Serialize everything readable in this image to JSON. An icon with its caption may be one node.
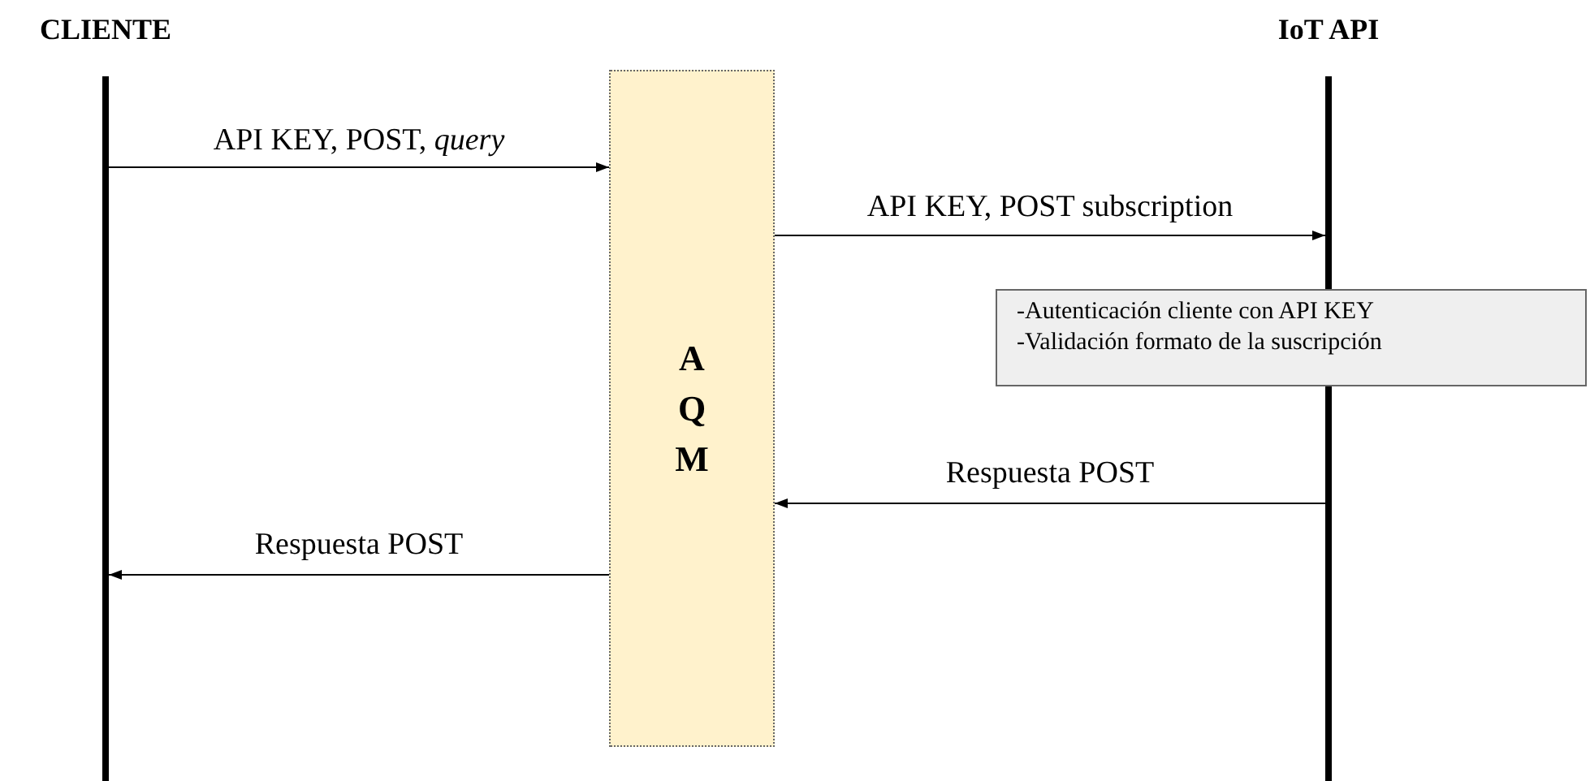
{
  "diagram": {
    "nodes": [
      {
        "text": [
          "CLIENTE"
        ]
      },
      {
        "text": [
          "A Q M"
        ]
      },
      {
        "text": [
          "IoT API"
        ]
      },
      {
        "text": [
          "-Autenticación cliente con API KEY",
          "-Validación formato de la suscripción"
        ]
      }
    ],
    "edges": [
      {
        "from": 0,
        "to": 1,
        "arrow": "to",
        "label": "API KEY, POST, *query*"
      },
      {
        "from": 1,
        "to": 2,
        "arrow": "to",
        "label": "API KEY, POST subscription"
      },
      {
        "from": 2,
        "to": 1,
        "arrow": "to",
        "label": "Respuesta POST"
      },
      {
        "from": 1,
        "to": 0,
        "arrow": "to",
        "label": "Respuesta POST"
      }
    ]
  }
}
